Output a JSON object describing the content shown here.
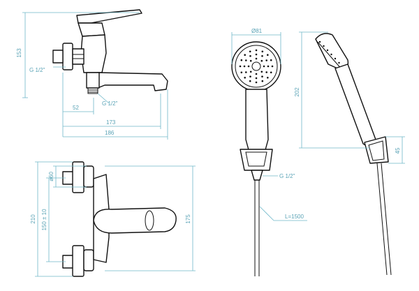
{
  "colors": {
    "outline": "#111111",
    "dimension": "#6fb8c9",
    "dimension_text": "#5aa3b6",
    "background": "#ffffff"
  },
  "side_view": {
    "height_153": "153",
    "thread_inlet": "G 1/2\"",
    "thread_outlet": "G 1/2\"",
    "dim_52": "52",
    "dim_173": "173",
    "dim_186": "186"
  },
  "front_view": {
    "dim_60": "ø60",
    "dim_150": "150 ± 10",
    "dim_210": "210",
    "dim_175": "175"
  },
  "hand_shower": {
    "head_diameter": "Ø81",
    "thread": "G 1/2\"",
    "hose_length": "L=1500",
    "length_202": "202",
    "holder_45": "45"
  }
}
